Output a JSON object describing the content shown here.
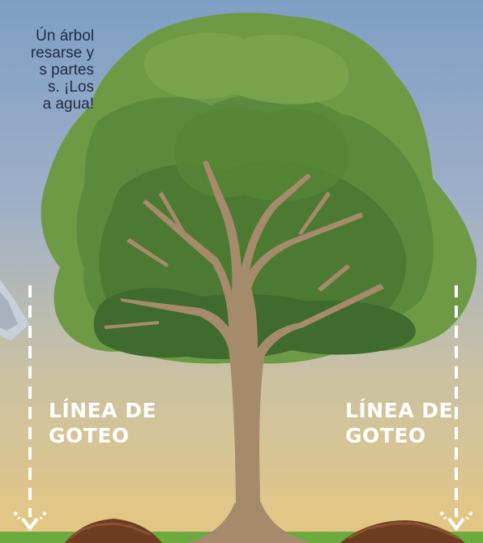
{
  "intro_text": {
    "line1": "Ún árbol",
    "line2": "resarse y",
    "line3": "s partes",
    "line4": "s. ¡Los",
    "line5": "a agua!"
  },
  "drip_line_left": {
    "line1": "LÍNEA DE",
    "line2": "GOTEO"
  },
  "drip_line_right": {
    "line1": "LÍNEA DE",
    "line2": "GOTEO"
  },
  "colors": {
    "sky_top": "#7f9fc4",
    "ground_glow": "#e6c781",
    "canopy_light": "#6f9a45",
    "canopy_dark": "#3f6b2e",
    "trunk": "#a58b6c",
    "mulch": "#6e3d1f",
    "grass": "#6aaa3e",
    "label_text": "#ffffff",
    "intro_text": "#1f2b44"
  }
}
